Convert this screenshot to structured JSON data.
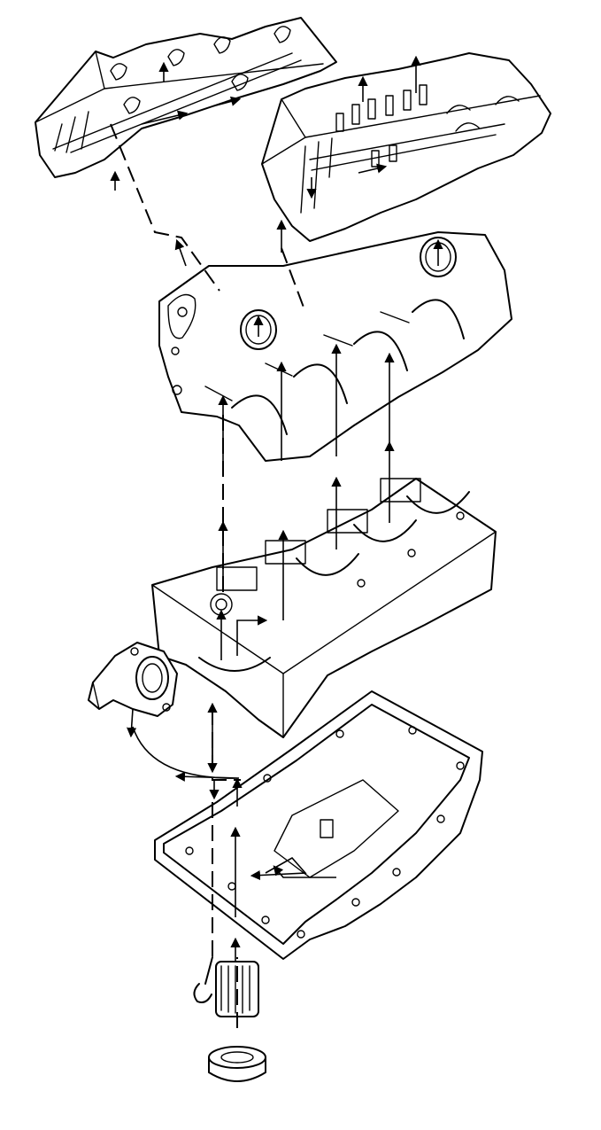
{
  "diagram": {
    "kind": "exploded isometric line drawing",
    "ink_color": "#000000",
    "paper_color": "#ffffff",
    "components": [
      "left-cylinder-head",
      "right-cylinder-head",
      "engine-block",
      "crankshaft-bearing-carrier",
      "oil-pump",
      "oil-pan",
      "oil-filter",
      "oil-filter-adapter"
    ],
    "flow_arrow_count": 32
  }
}
